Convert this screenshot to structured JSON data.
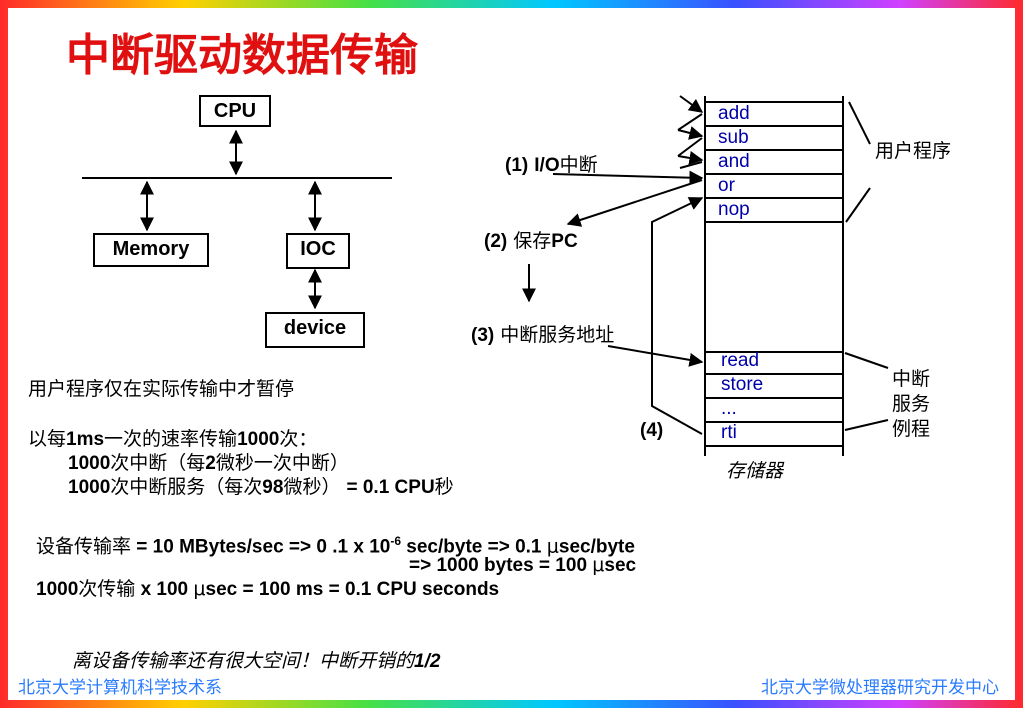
{
  "title": "中断驱动数据传输",
  "diagram": {
    "cpu": "CPU",
    "memory": "Memory",
    "ioc": "IOC",
    "device": "device"
  },
  "memory_cells": {
    "user_program": [
      "add",
      "sub",
      "and",
      "or",
      "nop"
    ],
    "service_routine": [
      "read",
      "store",
      "...",
      "rti"
    ],
    "label_user_program": "用户程序",
    "label_isr": [
      "中断",
      "服务",
      "例程"
    ],
    "caption": "存储器"
  },
  "steps": {
    "s1_num": "(1)",
    "s1_io": "I/O",
    "s1_text": "中断",
    "s2_num": "(2)",
    "s2_text": "保存",
    "s2_pc": "PC",
    "s3_num": "(3)",
    "s3_text": "中断服务地址",
    "s4": "(4)"
  },
  "body": {
    "line1": "用户程序仅在实际传输中才暂停",
    "line2_a": "以每",
    "line2_b": "1ms",
    "line2_c": "一次的速率传输",
    "line2_d": "1000",
    "line2_e": "次：",
    "line3_a": "1000",
    "line3_b": "次中断（每",
    "line3_c": "2",
    "line3_d": "微秒一次中断）",
    "line4_a": "1000",
    "line4_b": "次中断服务（每次",
    "line4_c": "98",
    "line4_d": "微秒） ",
    "line4_e": "= 0.1 CPU",
    "line4_f": "秒",
    "calc1_a": "设备传输率",
    "calc1_b": " = 10 MBytes/sec => 0 .1 x 10",
    "calc1_sup": "-6",
    "calc1_c": "   sec/byte => 0.1 ",
    "calc1_mu": "μ",
    "calc1_d": "sec/byte",
    "calc2_a": "=> 1000 bytes = 100 ",
    "calc2_mu": "μ",
    "calc2_b": "sec",
    "calc3_a": "1000",
    "calc3_b": "次传输",
    "calc3_c": " x 100 ",
    "calc3_mu": "μ",
    "calc3_d": "sec = 100 ms = 0.1 CPU seconds",
    "note_a": "离设备传输率还有很大空间！中断开销的",
    "note_b": "1/2"
  },
  "footer": {
    "left": "北京大学计算机科学技术系",
    "right": "北京大学微处理器研究开发中心"
  },
  "colors": {
    "title": "#e01010",
    "memory_text": "#0000aa",
    "footer": "#2a7cff"
  }
}
